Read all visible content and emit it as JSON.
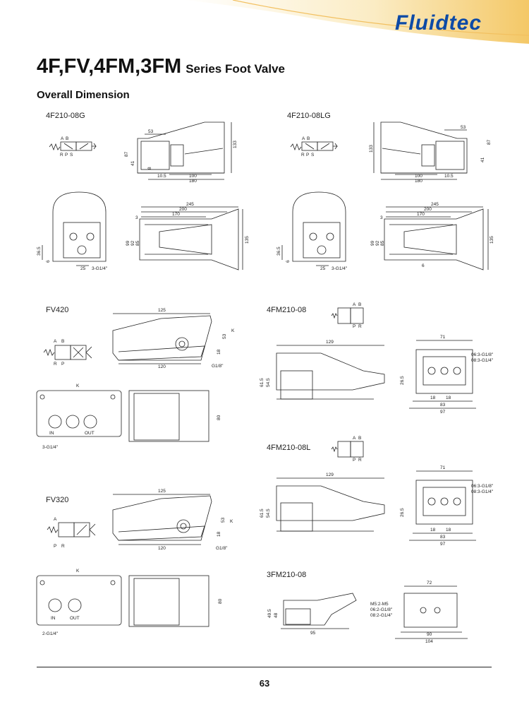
{
  "brand": {
    "logo": "Fluidtec"
  },
  "header": {
    "title_main": "4F,FV,4FM,3FM",
    "title_sub": "Series Foot Valve"
  },
  "section": {
    "heading": "Overall Dimension"
  },
  "models": {
    "m1": "4F210-08G",
    "m2": "4F210-08LG",
    "m3": "FV420",
    "m4": "4FM210-08",
    "m5": "4FM210-08L",
    "m6": "FV320",
    "m7": "3FM210-08"
  },
  "dims": {
    "d53": "53",
    "d133": "133",
    "d87": "87",
    "d41": "41",
    "d8": "8",
    "d105": "10.5",
    "d100": "100",
    "d180": "180",
    "d245": "245",
    "d200": "200",
    "d170": "170",
    "d3": "3",
    "d99": "99",
    "d92": "92",
    "d85": "85",
    "d135": "135",
    "d365": "36.5",
    "d6": "6",
    "d25": "25",
    "port3g14": "3-G1/4\"",
    "d125": "125",
    "d18": "18",
    "d120": "120",
    "g18": "G1/8\"",
    "d80": "80",
    "port2g14": "2-G1/4\"",
    "d129": "129",
    "d615": "61.5",
    "d545": "54.5",
    "d71": "71",
    "d265": "26.5",
    "d83": "83",
    "d97": "97",
    "o6_3g18": "06:3-G1/8\"",
    "o8_3g14": "08:3-G1/4\"",
    "d72": "72",
    "d495": "49.5",
    "d48": "48",
    "d95": "95",
    "d90": "90",
    "d104": "104",
    "m5": "M5:2-M5",
    "o6_2g18": "06:2-G1/8\"",
    "o8_2g14": "08:2-G1/4\""
  },
  "symbols": {
    "A": "A",
    "B": "B",
    "R": "R",
    "P": "P",
    "S": "S",
    "K": "K",
    "IN": "IN",
    "OUT": "OUT"
  },
  "footer": {
    "page_number": "63"
  }
}
